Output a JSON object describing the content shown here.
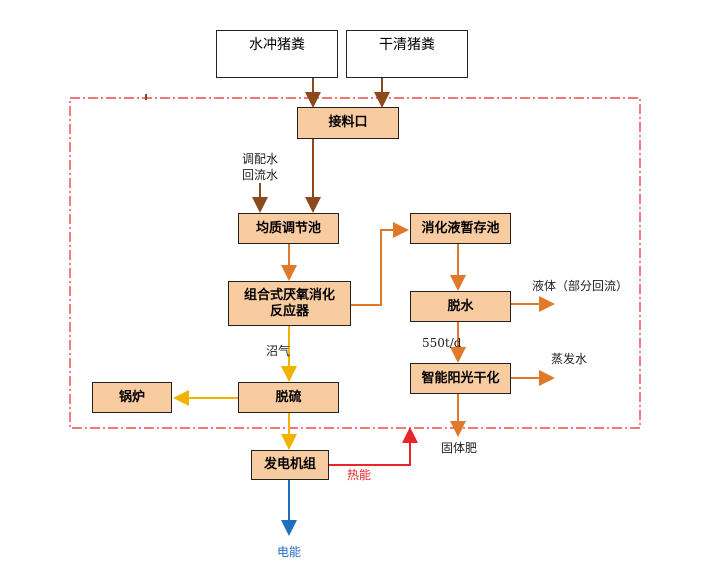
{
  "sources": {
    "water_flush": "水冲猪粪",
    "dry_clean": "干清猪粪"
  },
  "process": {
    "intake": "接料口",
    "equalization": "均质调节池",
    "reactor_line1": "组合式厌氧消化",
    "reactor_line2": "反应器",
    "desulfurization": "脱硫",
    "boiler": "锅炉",
    "generator": "发电机组",
    "digestate_tank": "消化液暂存池",
    "dewatering": "脱水",
    "solar_drying": "智能阳光干化"
  },
  "labels": {
    "mix_water_line1": "调配水",
    "mix_water_line2": "回流水",
    "biogas": "沼气",
    "liquid": "液体（部分回流）",
    "capacity": "550t/d",
    "evaporation": "蒸发水",
    "solid_fertilizer": "固体肥",
    "heat": "热能",
    "electricity": "电能"
  },
  "colors": {
    "brown": "#8b4a1c",
    "orange": "#e07a2a",
    "yellow": "#f0b400",
    "blue": "#1f6fc0",
    "red": "#e8262a",
    "box_fill": "#f9cba0"
  }
}
